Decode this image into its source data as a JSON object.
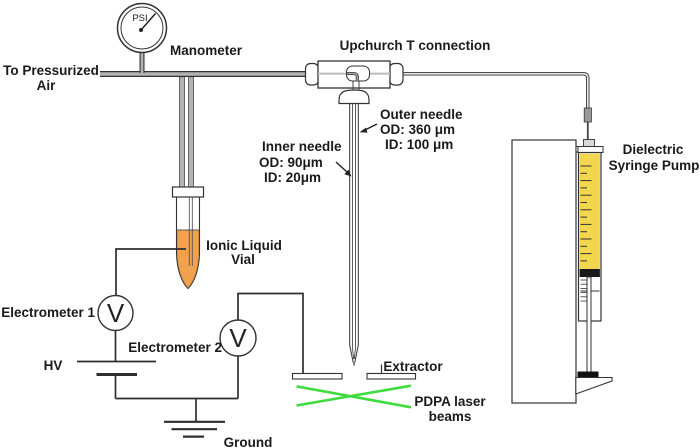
{
  "diagram_title": "Electrospray / PDPA experimental setup schematic",
  "labels": {
    "pressurized_air_line1": "To Pressurized",
    "pressurized_air_line2": "Air",
    "manometer": "Manometer",
    "psi": "PSI",
    "t_connection": "Upchurch T connection",
    "outer_needle_line1": "Outer needle",
    "outer_needle_line2": "OD: 360 μm",
    "outer_needle_line3": "ID: 100 μm",
    "inner_needle_line1": "Inner needle",
    "inner_needle_line2": "OD: 90μm",
    "inner_needle_line3": "ID: 20μm",
    "vial_line1": "Ionic Liquid",
    "vial_line2": "Vial",
    "pump_line1": "Dielectric",
    "pump_line2": "Syringe Pump",
    "electrometer1": "Electrometer 1",
    "electrometer2": "Electrometer 2",
    "hv": "HV",
    "ground": "Ground",
    "extractor": "Extractor",
    "laser_line1": "PDPA laser",
    "laser_line2": "beams",
    "voltmeter_glyph": "V"
  },
  "colors": {
    "ionic_liquid": "#F2A24F",
    "syringe_fluid": "#F2D74E",
    "laser_beam": "#3FDB3F",
    "tubing_gray": "#b3b3b3",
    "line_dark": "#333333"
  }
}
